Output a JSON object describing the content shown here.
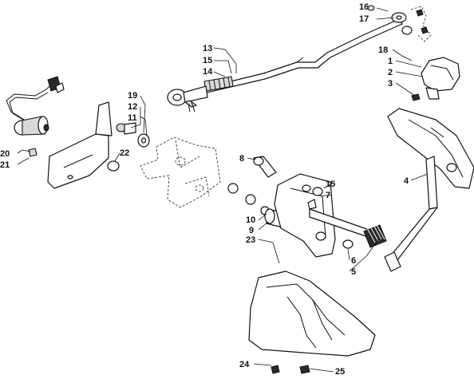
{
  "callouts": {
    "c1": "1",
    "c2": "2",
    "c3": "3",
    "c4": "4",
    "c5": "5",
    "c6": "6",
    "c7": "7",
    "c8": "8",
    "c9": "9",
    "c10": "10",
    "c11": "11",
    "c12": "12",
    "c13": "13",
    "c14": "14",
    "c15a": "15",
    "c15b": "15",
    "c16": "16",
    "c17": "17",
    "c18": "18",
    "c19": "19",
    "c20": "20",
    "c21": "21",
    "c22": "22",
    "c23": "23",
    "c24": "24",
    "c25": "25"
  }
}
